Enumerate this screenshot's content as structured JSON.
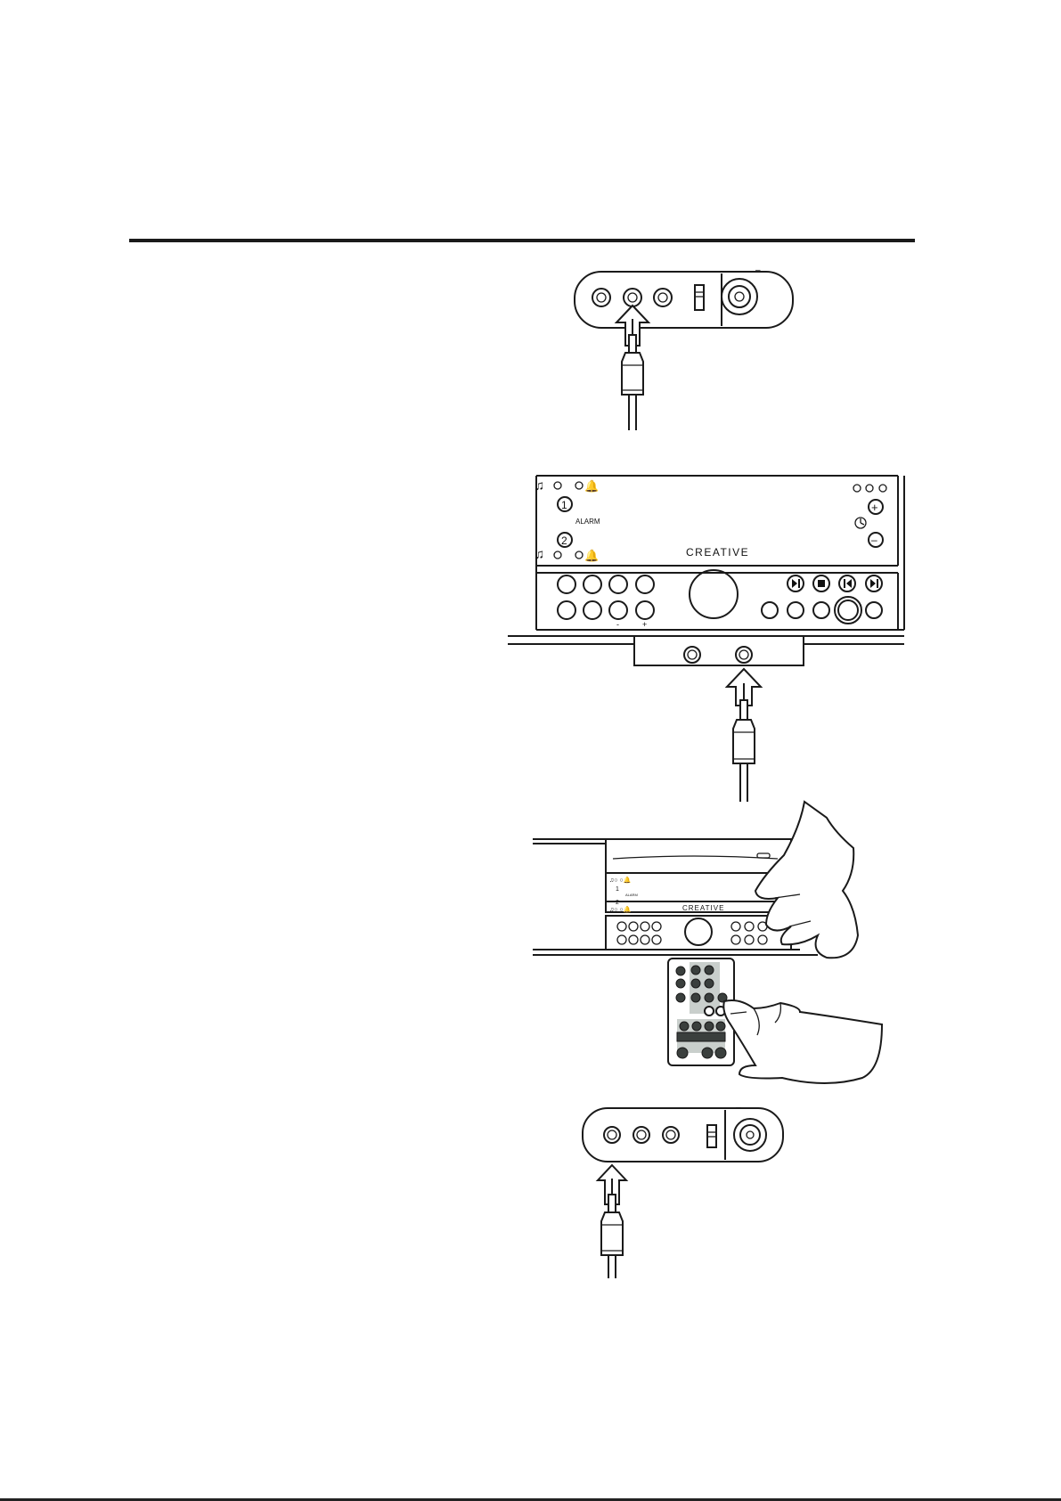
{
  "figures": {
    "front_panel": {
      "alarm_label": "ALARM",
      "alarm_1": "1",
      "alarm_2": "2",
      "brand": "CREATIVE",
      "plus": "+",
      "minus": "–",
      "vol_minus": "-",
      "vol_plus": "+"
    },
    "unit_with_remote": {
      "alarm_label": "ALARM",
      "alarm_1": "1",
      "alarm_2": "2",
      "brand": "CREATIVE"
    },
    "rear_panel": {
      "dash": "–"
    }
  },
  "icons": [
    "audio-jack-plug-icon",
    "insert-arrow-icon",
    "music-note-icon",
    "bell-icon",
    "clock-icon",
    "play-pause-icon",
    "stop-icon",
    "previous-track-icon",
    "next-track-icon",
    "pointing-hand-icon",
    "remote-control-icon"
  ]
}
